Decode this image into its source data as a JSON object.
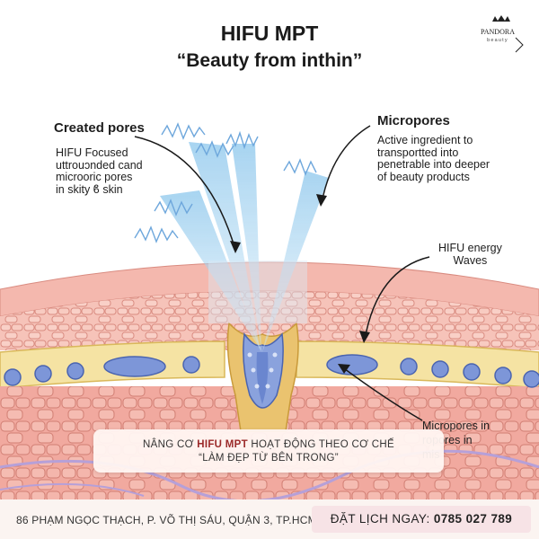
{
  "title_line1": "HIFU MPT",
  "title_line2": "“Beauty from inthin”",
  "logo": {
    "brand": "PANDORA",
    "sub": "beauty"
  },
  "labels": {
    "created_pores_heading": "Created pores",
    "created_pores_body": "HIFU Focused\nuttrouɔnded cand\nmicrooric pores\nin skity ϐ skin",
    "micropores_heading": "Micropores",
    "micropores_body": "Active ingredient to\ntransportted into\npenetrable into deeper\nof beauty products",
    "hifu_energy": "HIFU energy\nWaves",
    "micropores_in": "Micropores in\nropores in\nmis"
  },
  "caption": {
    "prefix": "NÂNG CƠ ",
    "highlight": "HIFU MPT",
    "suffix": " HOẠT ĐỘNG THEO CƠ CHẾ",
    "line2": "“LÀM ĐẸP TỪ BÊN TRONG”"
  },
  "footer": {
    "address": "86 PHẠM NGỌC THẠCH, P. VÕ THỊ SÁU, QUẬN 3, TP.HCM",
    "booking_label": "ĐẶT LỊCH NGAY: ",
    "phone": "0785 027 789"
  },
  "colors": {
    "skin_top": "#f1b2a8",
    "skin_cells": "#f6c3b9",
    "cell_border": "#d98b80",
    "yellow_layer": "#f5e3a3",
    "follicle": "#8aa2dd",
    "beam": "#a9d4ef",
    "caption_accent": "#9b2a2a",
    "booking_bg": "#f7e3e6"
  }
}
